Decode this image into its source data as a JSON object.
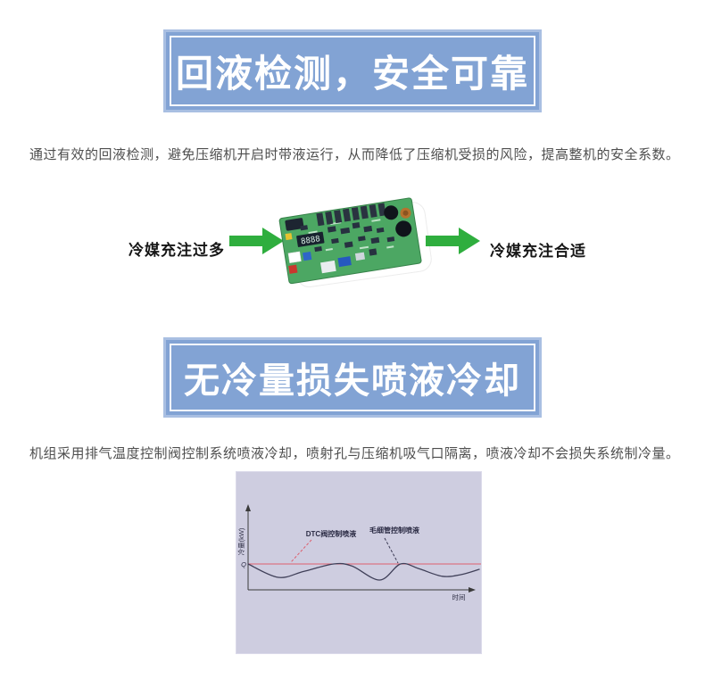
{
  "sections": [
    {
      "title": "回液检测，安全可靠",
      "description": "通过有效的回液检测，避免压缩机开启时带液运行，从而降低了压缩机受损的风险，提高整机的安全系数。"
    },
    {
      "title": "无冷量损失喷液冷却",
      "description": "机组采用排气温度控制阀控制系统喷液冷却，喷射孔与压缩机吸气口隔离，喷液冷却不会损失系统制冷量。"
    }
  ],
  "flow": {
    "left_label": "冷媒充注过多",
    "right_label": "冷媒充注合适",
    "board_display": "8888",
    "arrow_color": "#2fae3e"
  },
  "colors": {
    "banner_bg": "#82a3d4",
    "banner_border": "#a9bfe2",
    "banner_inner_line": "#f7f9fd",
    "chart_bg": "#cecde0",
    "ref_line_red": "#dd5f6e",
    "curve_navy": "#3f3f58",
    "pcb_green": "#4ca763"
  },
  "chart_data": {
    "type": "line",
    "title": "",
    "xlabel": "时间",
    "ylabel": "冷量(kW)",
    "y_reference_label": "Q",
    "grid": false,
    "legend_position": "none",
    "x_range": [
      0,
      1
    ],
    "y_range_relative_to_Q": [
      0.8,
      1.05
    ],
    "annotations": [
      {
        "text": "DTC阀控制喷液",
        "leader_color": "#dd5f6e",
        "leader_style": "dashed"
      },
      {
        "text": "毛细管控制喷液",
        "leader_color": "#3c3c55",
        "leader_style": "dashed"
      }
    ],
    "series": [
      {
        "name": "DTC阀控制喷液",
        "type": "constant",
        "value": 1.0,
        "color": "#dd5f6e",
        "note": "holds cooling capacity constant at rated Q"
      },
      {
        "name": "毛细管控制喷液",
        "type": "wave",
        "color": "#3f3f58",
        "points": [
          [
            0.0,
            1.0
          ],
          [
            0.13,
            0.875
          ],
          [
            0.24,
            0.93
          ],
          [
            0.37,
            1.0
          ],
          [
            0.45,
            0.98
          ],
          [
            0.57,
            0.85
          ],
          [
            0.66,
            1.0
          ],
          [
            0.74,
            0.955
          ],
          [
            0.84,
            0.885
          ],
          [
            0.92,
            0.9
          ],
          [
            1.0,
            0.95
          ]
        ]
      }
    ]
  }
}
